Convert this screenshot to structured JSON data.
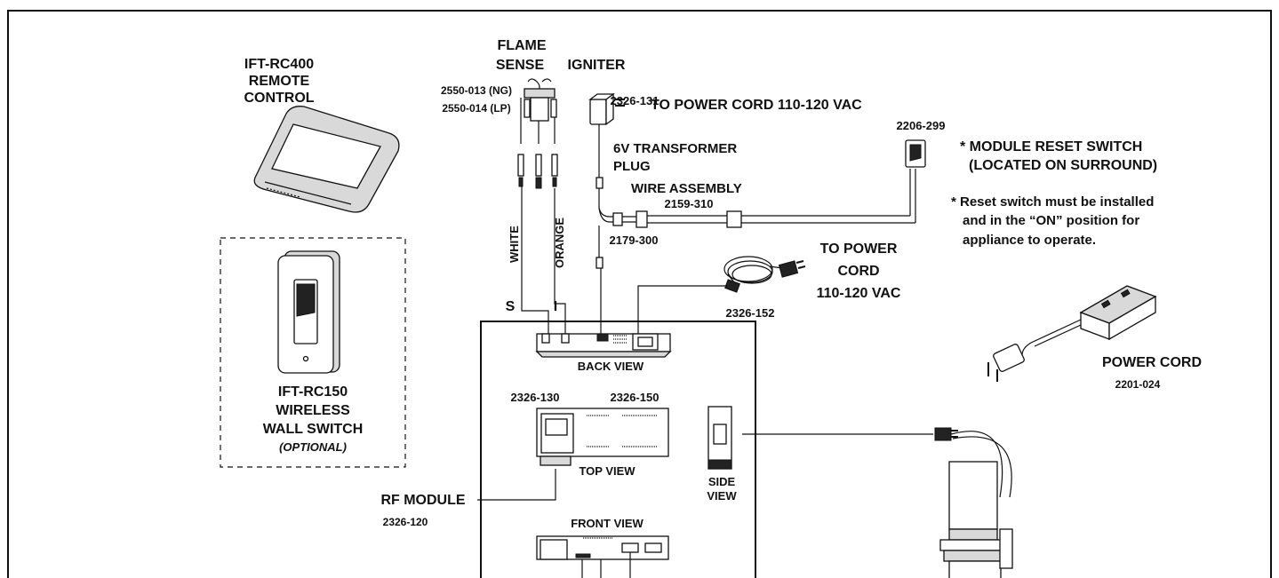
{
  "remote": {
    "line1": "IFT-RC400",
    "line2": "REMOTE",
    "line3": "CONTROL"
  },
  "wall_switch": {
    "line1": "IFT-RC150",
    "line2": "WIRELESS",
    "line3": "WALL SWITCH",
    "line4": "(OPTIONAL)"
  },
  "flame_sense": {
    "line1": "FLAME",
    "line2": "SENSE"
  },
  "igniter": "IGNITER",
  "electrode_parts": {
    "ng": "2550-013 (NG)",
    "lp": "2550-014 (LP)"
  },
  "wires": {
    "white": "WHITE",
    "orange": "ORANGE",
    "s": "S",
    "i": "I"
  },
  "transformer": {
    "part": "2326-131",
    "line1": "6V TRANSFORMER",
    "line2": "PLUG"
  },
  "to_power_cord_top": "TO POWER CORD  110-120 VAC",
  "reset_switch_part": "2206-299",
  "module_reset": {
    "line1": "* MODULE RESET SWITCH",
    "line2": "(LOCATED ON SURROUND)"
  },
  "reset_note": {
    "line1": "* Reset switch must be installed",
    "line2": "and in the “ON” position for",
    "line3": "appliance to operate."
  },
  "wire_assembly": {
    "label": "WIRE ASSEMBLY",
    "part": "2159-310"
  },
  "connector_part": "2179-300",
  "to_power_cord_mid": {
    "line1": "TO POWER",
    "line2": "CORD",
    "line3": "110-120 VAC"
  },
  "cord_part": "2326-152",
  "power_cord": {
    "label": "POWER CORD",
    "part": "2201-024"
  },
  "views": {
    "back": "BACK VIEW",
    "top": "TOP VIEW",
    "front": "FRONT VIEW",
    "side_line1": "SIDE",
    "side_line2": "VIEW"
  },
  "module_parts": {
    "left": "2326-130",
    "right": "2326-150"
  },
  "rf_module": {
    "label": "RF MODULE",
    "part": "2326-120"
  }
}
